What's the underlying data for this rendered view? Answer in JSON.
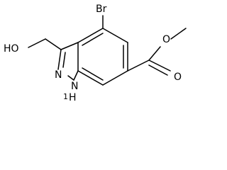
{
  "molecule": {
    "atoms": {
      "bromine": "Br",
      "hydroxyl": "HO",
      "ester_ether_oxygen": "O",
      "ester_carbonyl_oxygen": "O",
      "pyrazole_n2": "N",
      "pyrazole_n1": "N",
      "n1_hydrogen_number": "1",
      "n1_hydrogen": "H"
    },
    "colors": {
      "bond": "#000000",
      "label": "#000000",
      "background": "#ffffff"
    }
  }
}
